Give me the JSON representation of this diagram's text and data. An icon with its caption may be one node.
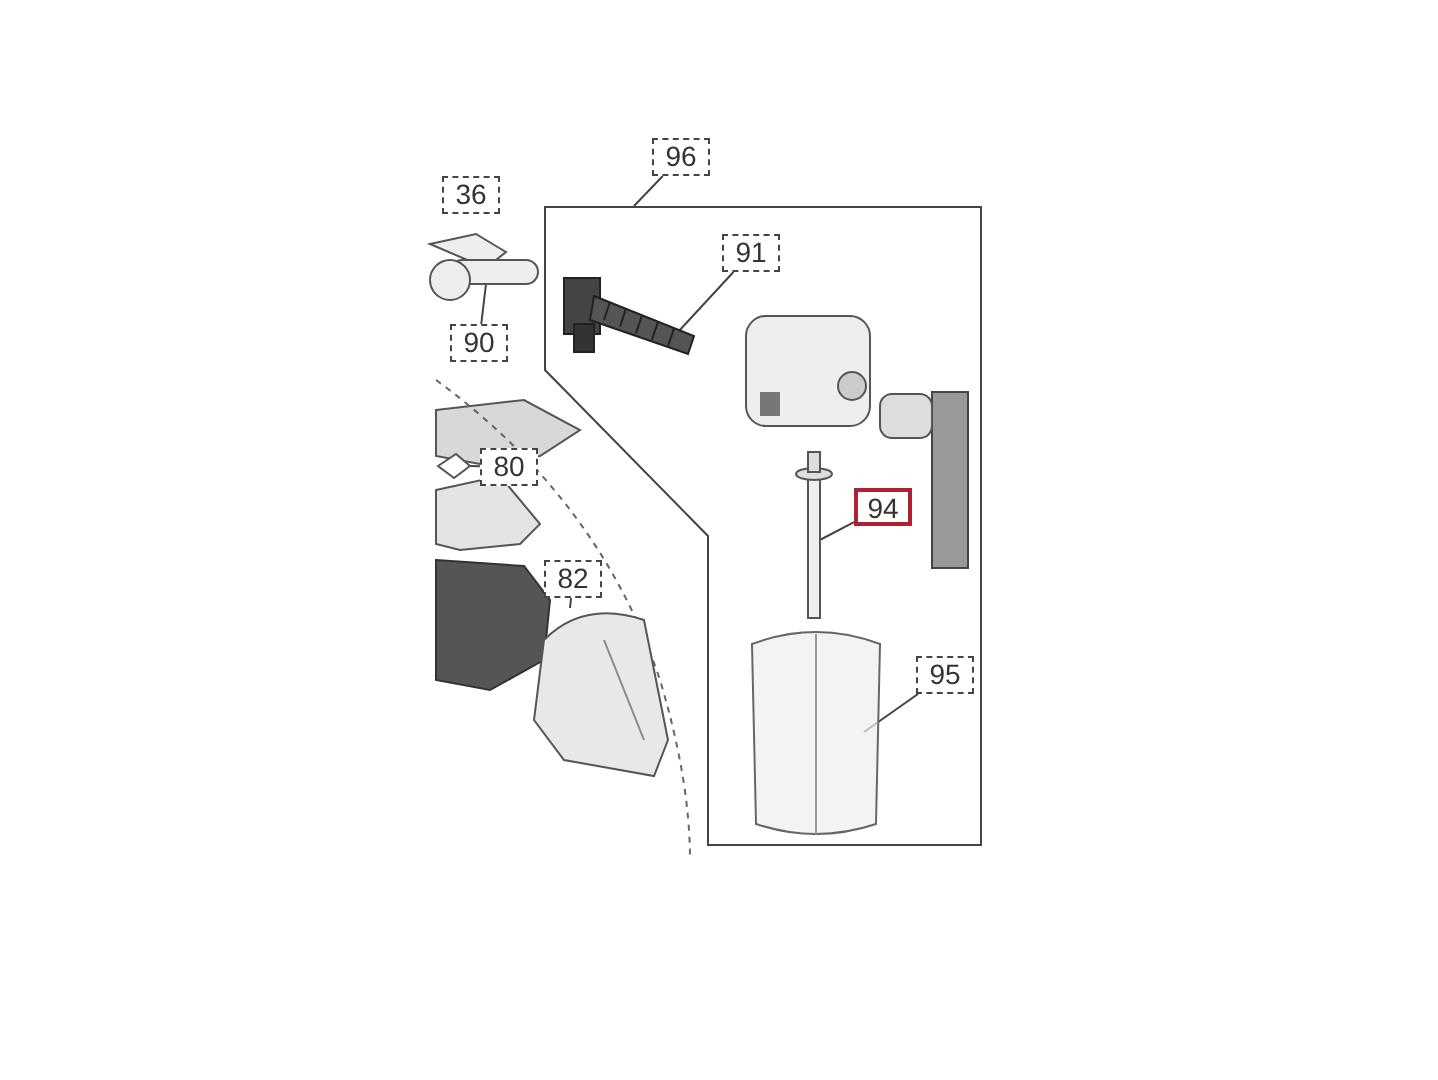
{
  "diagram": {
    "nodes": [
      {
        "text": [
          "36"
        ]
      },
      {
        "text": [
          "96"
        ]
      },
      {
        "text": [],
        "shape": "box"
      },
      {
        "text": [
          "91"
        ],
        "in": 2
      },
      {
        "text": [],
        "shape": "picture",
        "in": 2
      },
      {
        "text": [
          "90"
        ]
      },
      {
        "text": [],
        "shape": "picture"
      },
      {
        "text": [
          "80"
        ]
      },
      {
        "text": [],
        "shape": "picture"
      },
      {
        "text": [
          "94"
        ],
        "in": 2
      },
      {
        "text": [],
        "shape": "picture",
        "in": 2
      },
      {
        "text": [
          "82"
        ]
      },
      {
        "text": [],
        "shape": "picture"
      },
      {
        "text": [
          "95"
        ],
        "in": 2
      },
      {
        "text": [],
        "shape": "picture",
        "in": 2
      }
    ],
    "edges": [
      {
        "from": 1,
        "to": 2,
        "arrow": "none"
      },
      {
        "from": 3,
        "to": 4,
        "arrow": "none"
      },
      {
        "from": 5,
        "to": 6,
        "arrow": "none"
      },
      {
        "from": 7,
        "to": 8,
        "arrow": "none"
      },
      {
        "from": 9,
        "to": 10,
        "arrow": "none"
      },
      {
        "from": 11,
        "to": 12,
        "arrow": "none"
      },
      {
        "from": 13,
        "to": 14,
        "arrow": "none"
      }
    ]
  }
}
